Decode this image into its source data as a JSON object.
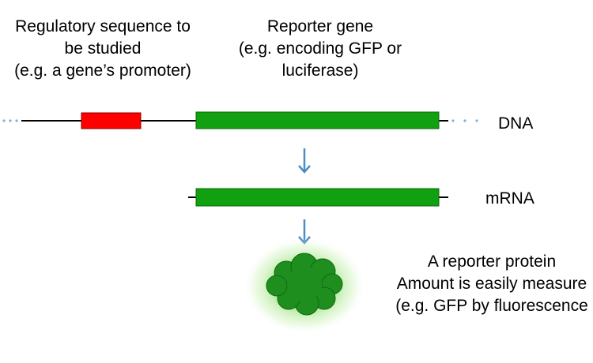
{
  "regulatory_label": {
    "line1": "Regulatory sequence to",
    "line2": "be studied",
    "line3": "(e.g. a gene’s promoter)"
  },
  "reporter_label": {
    "line1": "Reporter gene",
    "line2": "(e.g. encoding GFP or",
    "line3": "luciferase)"
  },
  "dna_label": "DNA",
  "mrna_label": "mRNA",
  "protein_label": {
    "line1": "A reporter protein",
    "line2": "Amount is easily measure",
    "line3": "(e.g. GFP by fluorescence"
  },
  "colors": {
    "promoter": "#ff0000",
    "gene": "#10a010",
    "arrow": "#4a8ec8",
    "dots": "#7fb0d8",
    "glow": "#7ed957",
    "protein": "#1e8f1e"
  }
}
